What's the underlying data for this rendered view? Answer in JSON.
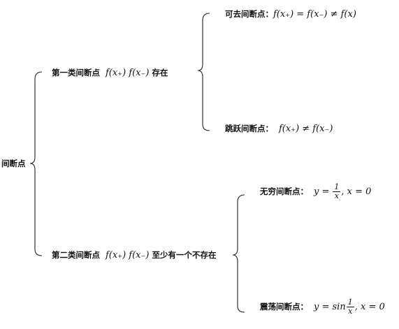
{
  "root": {
    "label": "间断点"
  },
  "first_kind": {
    "label": "第一类间断点",
    "condition_math": "f(x₊) f(x₋)",
    "condition_suffix": "存在",
    "children": [
      {
        "label": "可去间断点：",
        "math": "f(x₊) = f(x₋) ≠ f(x)"
      },
      {
        "label": "跳跃间断点：",
        "math": "f(x₊) ≠ f(x₋)"
      }
    ]
  },
  "second_kind": {
    "label": "第二类间断点",
    "condition_math": "f(x₊) f(x₋)",
    "condition_suffix": "至少有一个不存在",
    "children": [
      {
        "label": "无穷间断点：",
        "math_prefix": "y =",
        "frac_num": "1",
        "frac_den": "x",
        "math_suffix": ", x = 0"
      },
      {
        "label": "震荡间断点：",
        "math_prefix": "y = sin",
        "frac_num": "1",
        "frac_den": "x",
        "math_suffix": ",  x = 0"
      }
    ]
  },
  "colors": {
    "text": "#111111",
    "line": "#222222",
    "background": "#ffffff"
  }
}
